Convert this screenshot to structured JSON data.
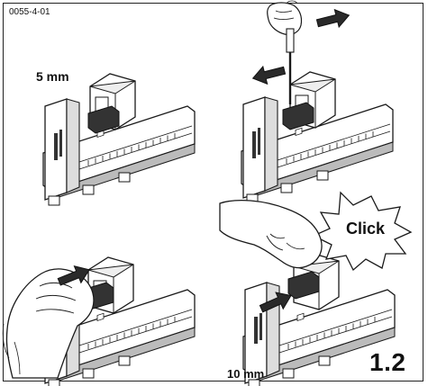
{
  "document_id": "0055-4-01",
  "step_number": "1.2",
  "panels": {
    "top_left": {
      "dimension": "5 mm"
    },
    "top_right": {},
    "bottom_left": {},
    "bottom_right": {
      "dimension": "10 mm",
      "callout": "Click"
    }
  },
  "colors": {
    "line": "#1a1a1a",
    "fill_dark": "#333333",
    "fill_light": "#ffffff",
    "shade": "#9a9a9a"
  }
}
